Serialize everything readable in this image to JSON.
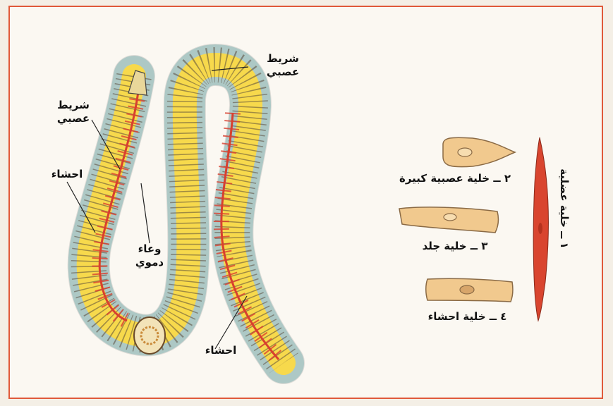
{
  "worm_labels": {
    "nerve_cord_top": "شريط عصبي",
    "nerve_cord_left": "شريط عصبي",
    "viscera_left": "احشاء",
    "blood_vessel": "وعاء دموي",
    "viscera_bottom": "احشاء"
  },
  "cell_labels": {
    "muscle_cell": "١ ــ خلية عضلية",
    "nerve_cell": "٢ ــ خلية عصبية كبيرة",
    "skin_cell": "٣ ــ خلية جلد",
    "visceral_cell": "٤ ــ خلية احشاء"
  },
  "colors": {
    "frame": "#e0593a",
    "worm_outer": "#b9dcd8",
    "worm_body": "#f7d94c",
    "blood": "#d8402f",
    "cell_fill": "#f1c98e",
    "muscle": "#d9452f"
  }
}
